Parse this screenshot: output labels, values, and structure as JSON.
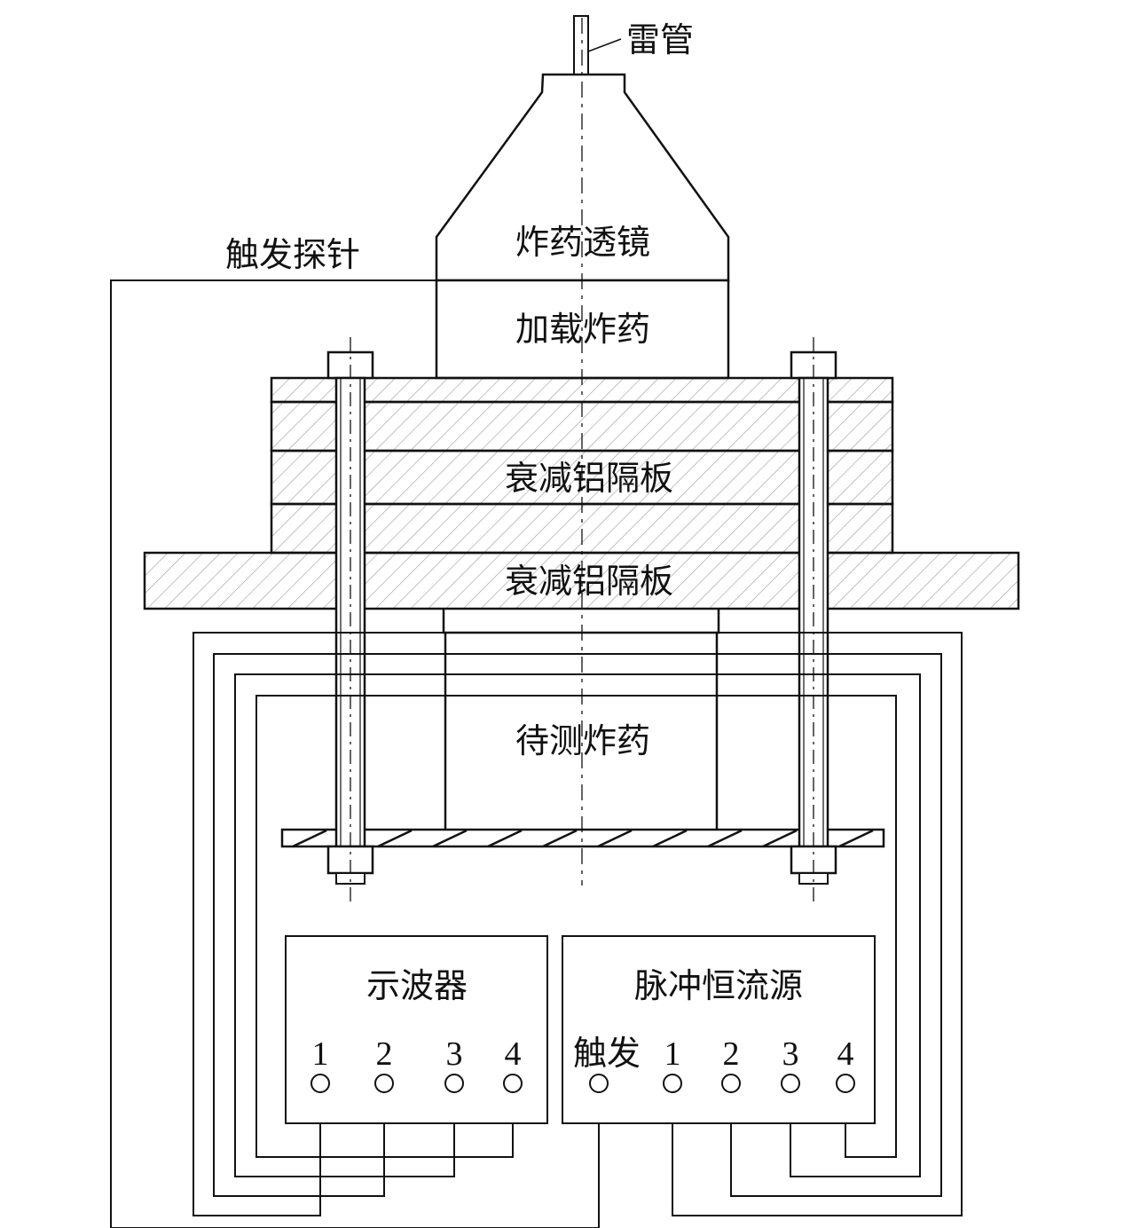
{
  "labels": {
    "detonator": "雷管",
    "lens": "炸药透镜",
    "loading_charge": "加载炸药",
    "trigger_probe": "触发探针",
    "attenuator_upper": "衰减铝隔板",
    "attenuator_lower": "衰减铝隔板",
    "test_charge": "待测炸药",
    "oscilloscope": "示波器",
    "pulse_source": "脉冲恒流源",
    "trigger_terminal": "触发"
  },
  "oscilloscope_channels": [
    "1",
    "2",
    "3",
    "4"
  ],
  "pulse_source_channels": [
    "1",
    "2",
    "3",
    "4"
  ],
  "colors": {
    "line": "#111111",
    "hatch": "#999999",
    "background": "#ffffff"
  }
}
